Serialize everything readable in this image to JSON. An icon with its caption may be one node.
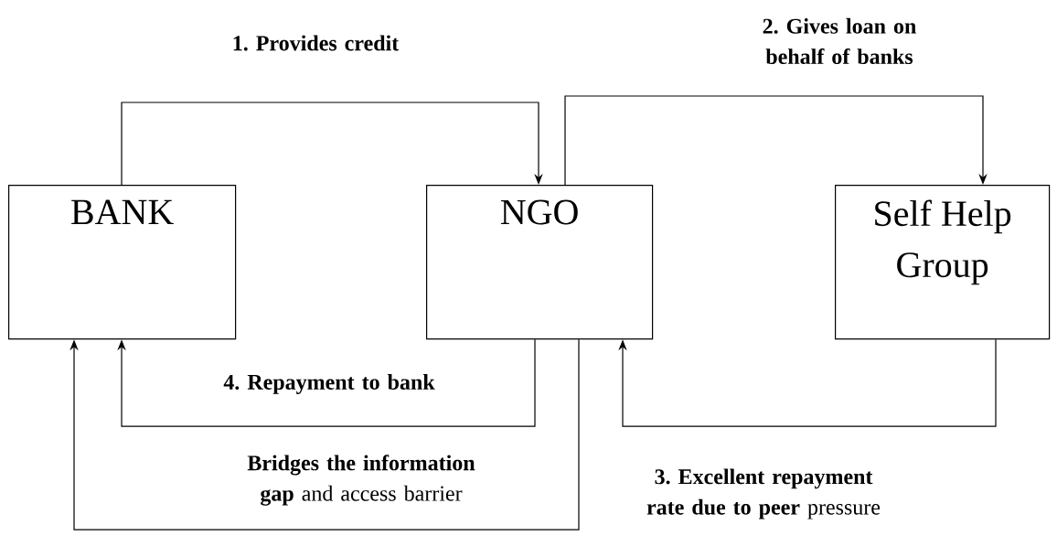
{
  "diagram": {
    "nodes": [
      {
        "text": [
          "BANK"
        ]
      },
      {
        "text": [
          "NGO"
        ]
      },
      {
        "text": [
          "Self Help Group"
        ]
      }
    ],
    "edges": [
      {
        "from": 0,
        "to": 1,
        "arrow": "to",
        "label": "1. Provides credit"
      },
      {
        "from": 1,
        "to": 2,
        "arrow": "to",
        "label": "2. Gives loan on behalf of banks"
      },
      {
        "from": 2,
        "to": 1,
        "arrow": "to",
        "label": "**3. Excellent repayment rate due to peer** pressure"
      },
      {
        "from": 1,
        "to": 0,
        "arrow": "to",
        "label": "4. Repayment to bank"
      },
      {
        "from": 1,
        "to": 0,
        "arrow": "to",
        "label": "**Bridges the information gap** and access barrier"
      }
    ]
  }
}
